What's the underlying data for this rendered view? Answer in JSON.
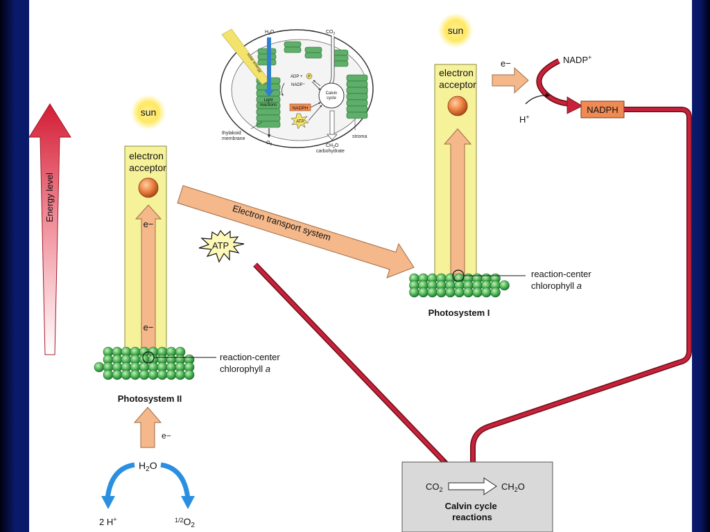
{
  "energy_level": "Energy level",
  "sun_label": "sun",
  "electron_acceptor_line1": "electron",
  "electron_acceptor_line2": "acceptor",
  "electron_symbol": "e−",
  "electron_transport": "Electron transport system",
  "atp": "ATP",
  "reaction_center_line1": "reaction-center",
  "reaction_center_line2": "chlorophyll",
  "reaction_center_italic": "a",
  "photosystem_ii": "Photosystem II",
  "photosystem_i": "Photosystem I",
  "water": {
    "main": "H",
    "sub": "2",
    "tail": "O"
  },
  "products_left": {
    "main": "2 H",
    "sup": "+"
  },
  "products_right": {
    "sup": "1/2",
    "main": "O",
    "sub": "2"
  },
  "nadp_plus": {
    "main": "NADP",
    "sup": "+"
  },
  "h_plus": {
    "main": "H",
    "sup": "+"
  },
  "nadph": "NADPH",
  "calvin": {
    "co2": {
      "main": "CO",
      "sub": "2"
    },
    "ch2o": {
      "main": "CH",
      "sub": "2",
      "tail": "O"
    },
    "line1": "Calvin cycle",
    "line2": "reactions"
  },
  "inset": {
    "h2o": {
      "main": "H",
      "sub": "2",
      "tail": "O"
    },
    "co2": {
      "main": "CO",
      "sub": "2"
    },
    "solar_energy": "solar energy",
    "adp": "ADP +",
    "p": "P",
    "nadp": "NADP⁺",
    "light_reactions_line1": "Light",
    "light_reactions_line2": "reactions",
    "nadph": "NADPH",
    "atp": "ATP",
    "calvin_line1": "Calvin",
    "calvin_line2": "cycle",
    "thylakoid_line1": "thylakoid",
    "thylakoid_line2": "membrane",
    "o2": {
      "main": "O",
      "sub": "2"
    },
    "ch2o": {
      "main": "CH",
      "sub": "2",
      "tail": "O"
    },
    "carbohydrate": "carbohydrate",
    "stroma": "stroma"
  },
  "colors": {
    "column": "#f6f29a",
    "column_border": "#8a8a3a",
    "electron_arrow": "#f4b88a",
    "red_path": "#c8213a",
    "chlorophyll": "#4fae5a",
    "nadph_box": "#ef8a54",
    "calvin_box": "#d9d9d9",
    "water_arrow": "#2a8fe0"
  }
}
